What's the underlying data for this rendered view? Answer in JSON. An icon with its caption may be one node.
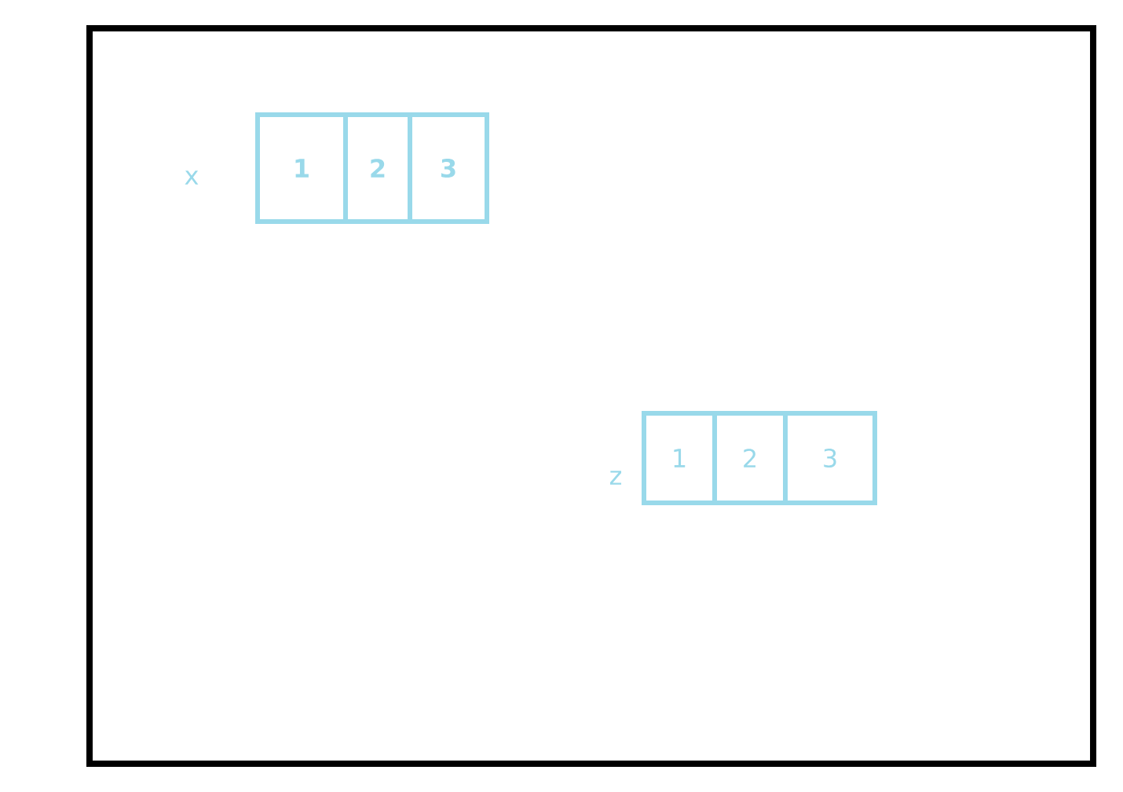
{
  "diagram": {
    "nodes": [
      {
        "text": [
          "1"
        ]
      },
      {
        "text": [
          "2"
        ]
      },
      {
        "text": [
          "3"
        ]
      },
      {
        "text": [
          "1"
        ]
      },
      {
        "text": [
          "2"
        ]
      },
      {
        "text": [
          "3"
        ]
      }
    ],
    "labels": [
      "x",
      "z"
    ]
  }
}
